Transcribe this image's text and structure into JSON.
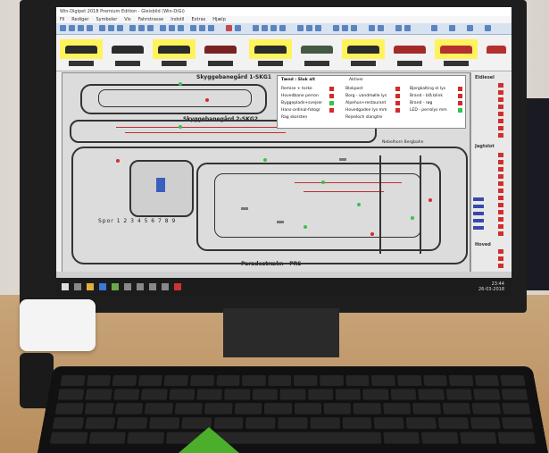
{
  "window": {
    "title": "Win-Digipet 2018 Premium Edition - Gleisbild (Win-DiGi)",
    "menu": [
      "Fil",
      "Rediger",
      "Symboler",
      "Vis",
      "Fahrstrasse",
      "Indstil",
      "Extras",
      "Hjælp"
    ]
  },
  "stations": {
    "station1": "Skyggebanegård 1-SKG1",
    "station2": "Skyggebanegård 2-SKG2",
    "nebelhorn": "Nebelhorn Bergbahn",
    "paradestrakn": "Paradestrækn - PRS",
    "spor_label": "Spor",
    "spor_numbers": "1 2 3 4 5 6 7 8 9"
  },
  "legend": {
    "header_left": "Tænd : Sluk alt",
    "header_mid": "Aktiver",
    "items_left": [
      "Remise + torke",
      "Hovedbane perron",
      "Byggeplads+svejser",
      "Hans-ordinal-fotogr",
      "Rag skorsten"
    ],
    "items_mid": [
      "Blokpost",
      "Borg - vandmølle lys",
      "Alpehus+restaurant",
      "Hovedgaden lys mm",
      "Rejseloch slangtre"
    ],
    "items_right": [
      "Bjergkalting el lys",
      "Brand - blå blink",
      "Brand - røg",
      "LED - perrolys mm"
    ]
  },
  "right_panel": {
    "title1": "Eldiesel",
    "title2": "Jagtslot",
    "title3": "Hoved"
  },
  "clock": {
    "time": "23:44",
    "date": "26-03-2018"
  },
  "icons": [
    "windows-start-icon",
    "search-icon",
    "folder-icon",
    "browser-icon"
  ],
  "colors": {
    "accent_yellow": "#fff35c",
    "signal_green": "#37c24a",
    "signal_red": "#d22c2c",
    "marker_green": "#4caf2c"
  }
}
